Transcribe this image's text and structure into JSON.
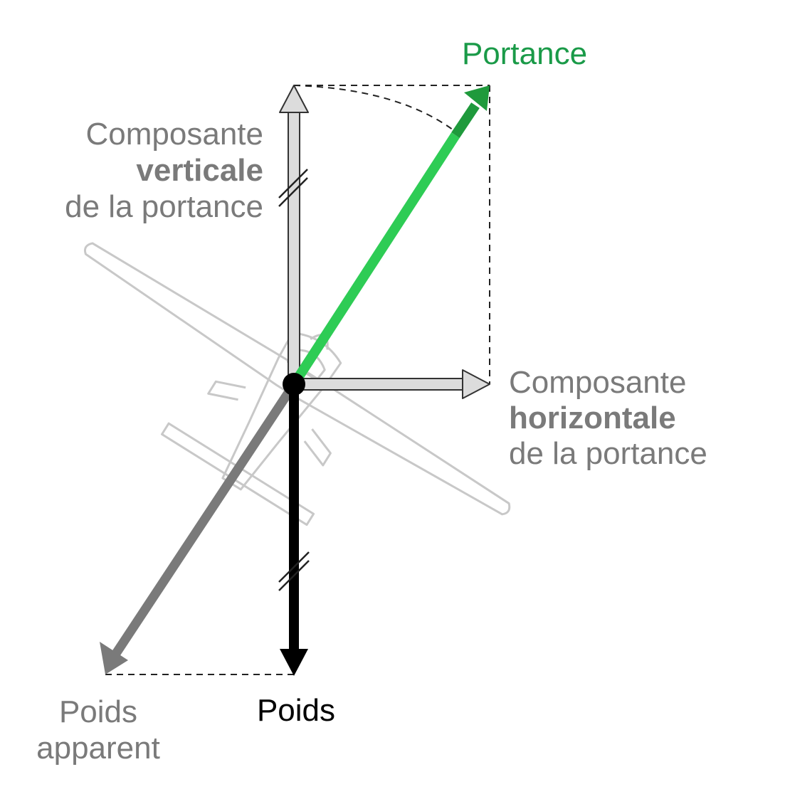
{
  "colors": {
    "lift": "#2ecc55",
    "lift_dark": "#1f9a3c",
    "lift_label": "#1a9a48",
    "component_fill": "#dcdcdc",
    "component_stroke": "#333333",
    "component_text": "#7a7a7a",
    "weight": "#000000",
    "apparent_weight": "#7a7a7a",
    "aircraft_outline": "#c8c8c8",
    "construction_line": "#222222"
  },
  "labels": {
    "lift": "Portance",
    "vertical": {
      "line1": "Composante",
      "line2": "verticale",
      "line3": "de la portance"
    },
    "horizontal": {
      "line1": "Composante",
      "line2": "horizontale",
      "line3": "de la portance"
    },
    "weight": "Poids",
    "apparent_weight": {
      "line1": "Poids",
      "line2": "apparent"
    }
  }
}
